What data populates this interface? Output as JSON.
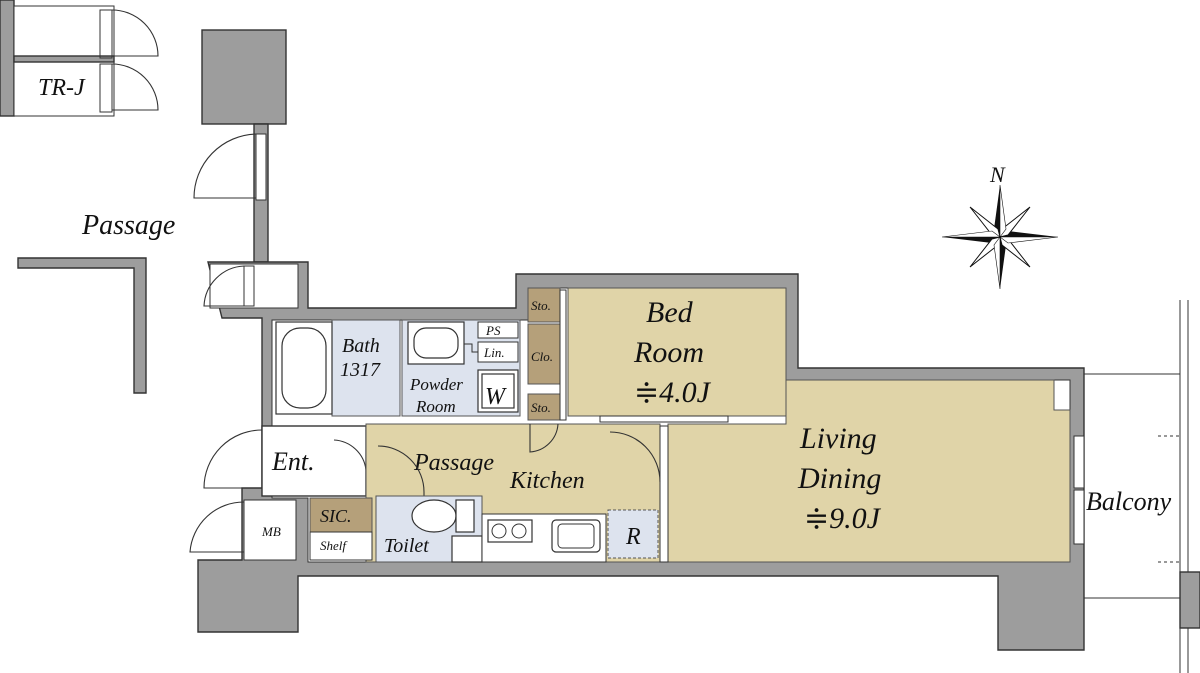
{
  "labels": {
    "trj": "TR-J",
    "passage_outside": "Passage",
    "bath": "Bath",
    "bath_size": "1317",
    "ps": "PS",
    "lin": "Lin.",
    "powder1": "Powder",
    "powder2": "Room",
    "w": "W",
    "sto_top": "Sto.",
    "clo": "Clo.",
    "sto_mid": "Sto.",
    "bed1": "Bed",
    "bed2": "Room",
    "bed_size": "≑4.0J",
    "ent": "Ent.",
    "passage_inside": "Passage",
    "kitchen": "Kitchen",
    "living": "Living",
    "dining": "Dining",
    "ld_size": "≑9.0J",
    "balcony": "Balcony",
    "mb": "MB",
    "sic": "SIC.",
    "shelf": "Shelf",
    "toilet": "Toilet",
    "r": "R",
    "north": "N"
  },
  "colors": {
    "room_fill": "#e0d4a8",
    "wet_fill": "#dde3ee",
    "storage_fill": "#b5a07a",
    "wall_fill": "#9d9d9d",
    "line": "#333333"
  }
}
